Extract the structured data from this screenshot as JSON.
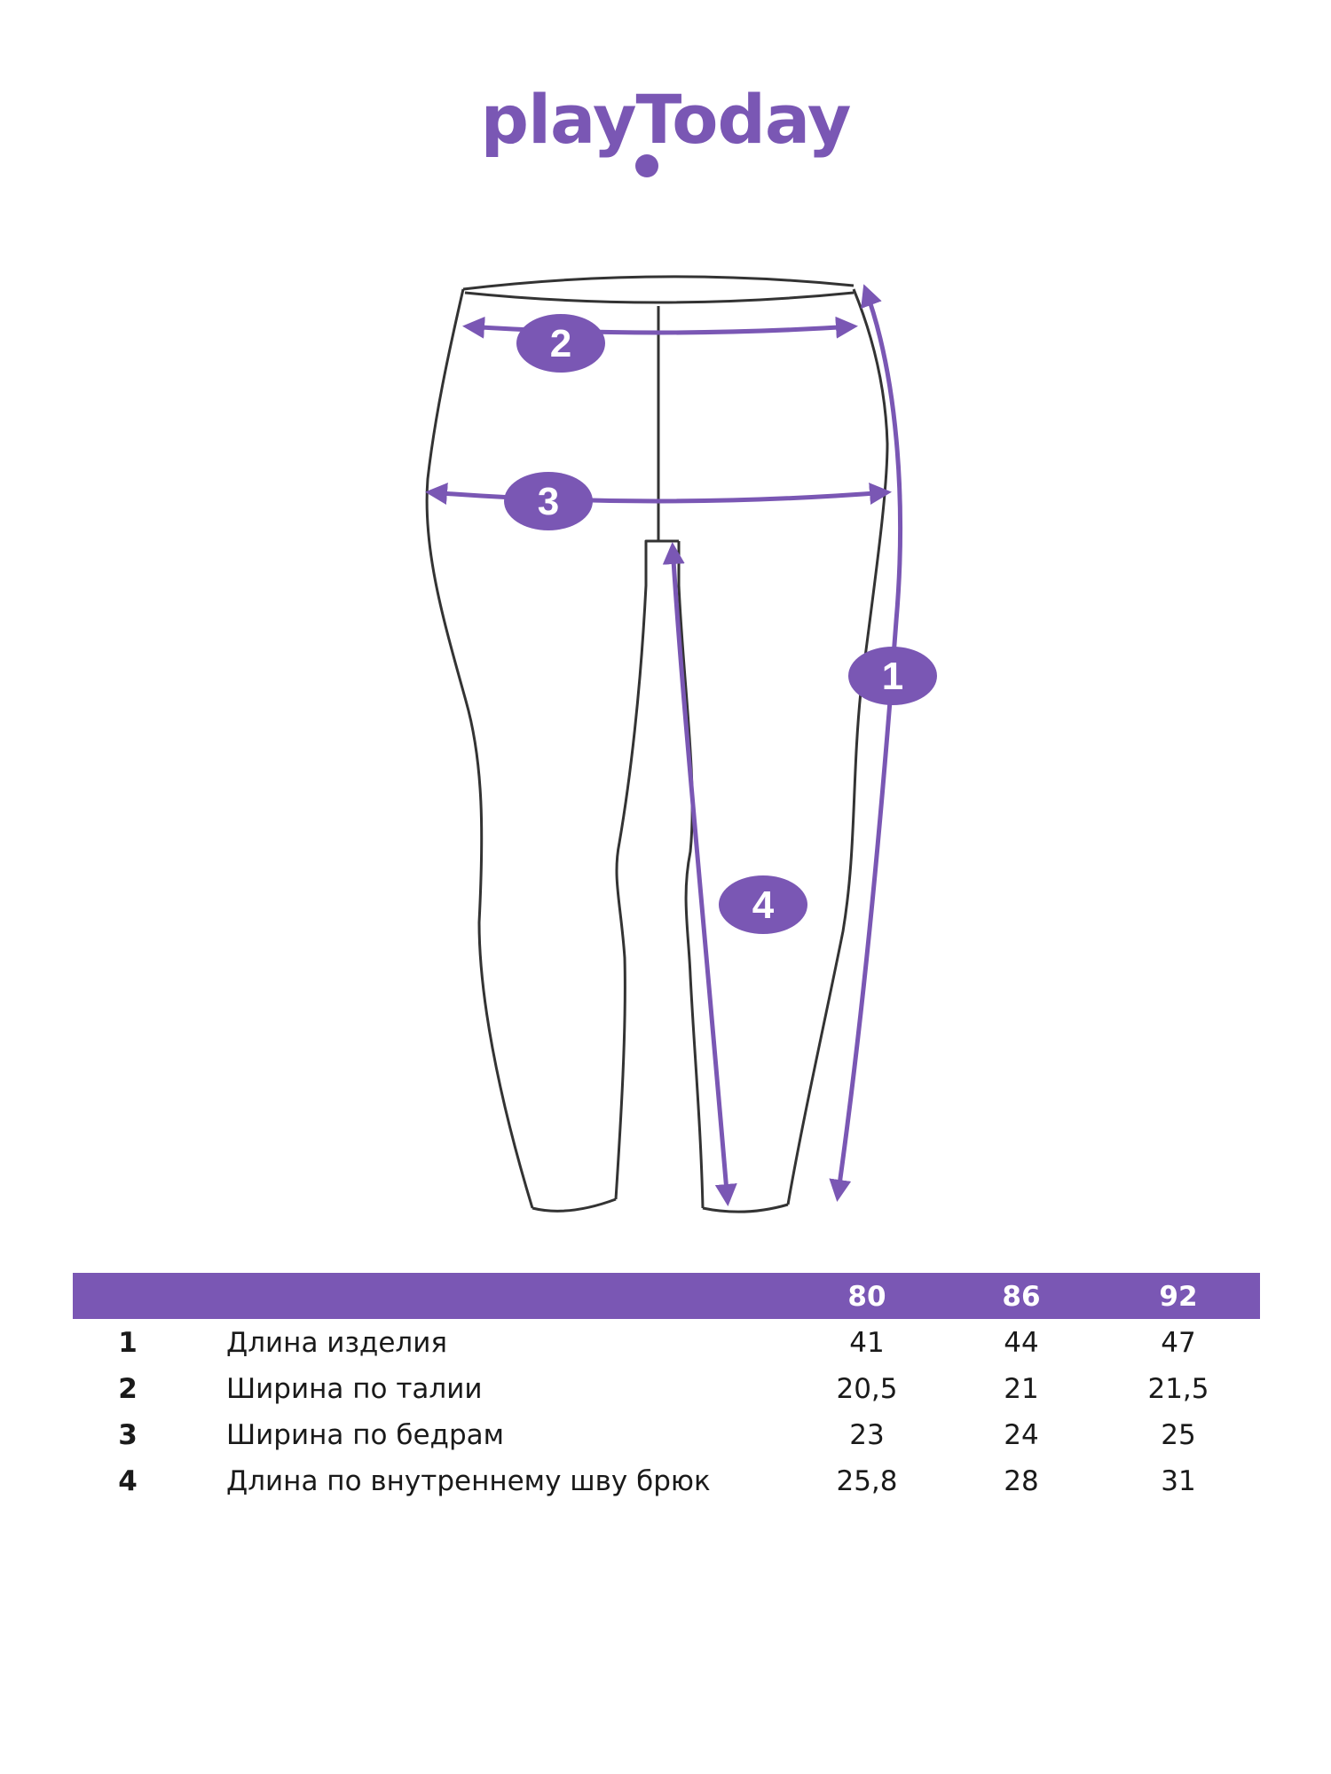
{
  "brand": {
    "logo_text": "playToday",
    "color": "#7a57b4"
  },
  "diagram": {
    "markers": [
      "1",
      "2",
      "3",
      "4"
    ],
    "outline_color": "#333333",
    "accent_color": "#7a57b4"
  },
  "size_table": {
    "sizes": [
      "80",
      "86",
      "92"
    ],
    "rows": [
      {
        "num": "1",
        "label": "Длина изделия",
        "values": [
          "41",
          "44",
          "47"
        ]
      },
      {
        "num": "2",
        "label": "Ширина по талии",
        "values": [
          "20,5",
          "21",
          "21,5"
        ]
      },
      {
        "num": "3",
        "label": "Ширина по бедрам",
        "values": [
          "23",
          "24",
          "25"
        ]
      },
      {
        "num": "4",
        "label": "Длина по внутреннему шву брюк",
        "values": [
          "25,8",
          "28",
          "31"
        ]
      }
    ]
  }
}
